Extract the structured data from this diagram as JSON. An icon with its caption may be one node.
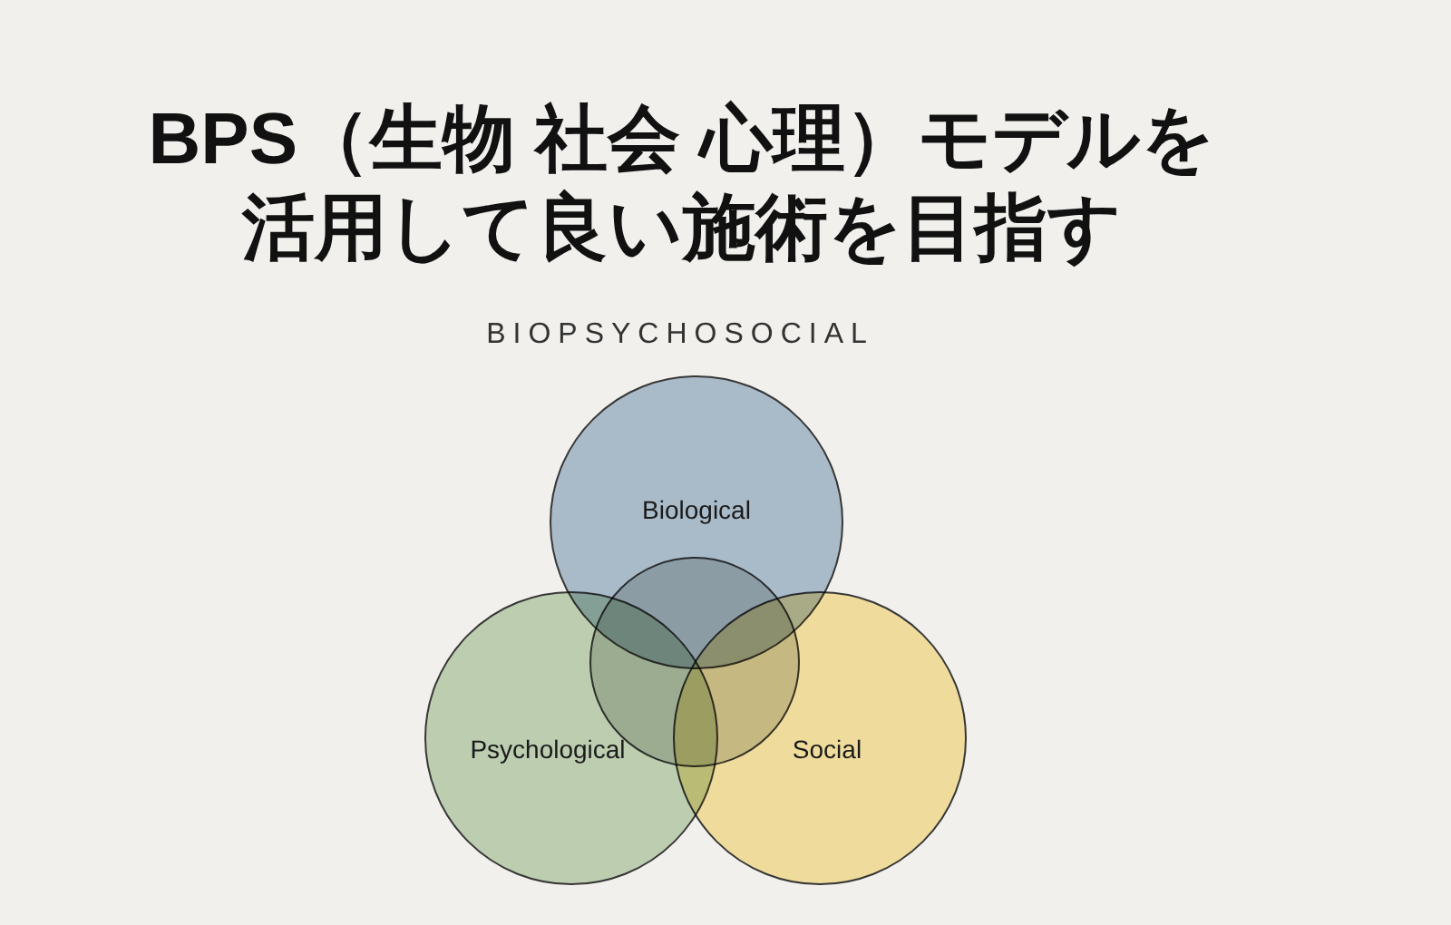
{
  "diagram": {
    "title": "BPS（生物 社会 心理）モデルを活用して良い施術を目指す",
    "nodes": [
      {
        "text": [
          "Biological"
        ]
      },
      {
        "text": [],
        "shape": "circle"
      },
      {
        "text": [
          "Psychological"
        ]
      },
      {
        "text": [
          "Social"
        ]
      }
    ],
    "labels": [
      "BIOPSYCHOSOCIAL"
    ]
  }
}
